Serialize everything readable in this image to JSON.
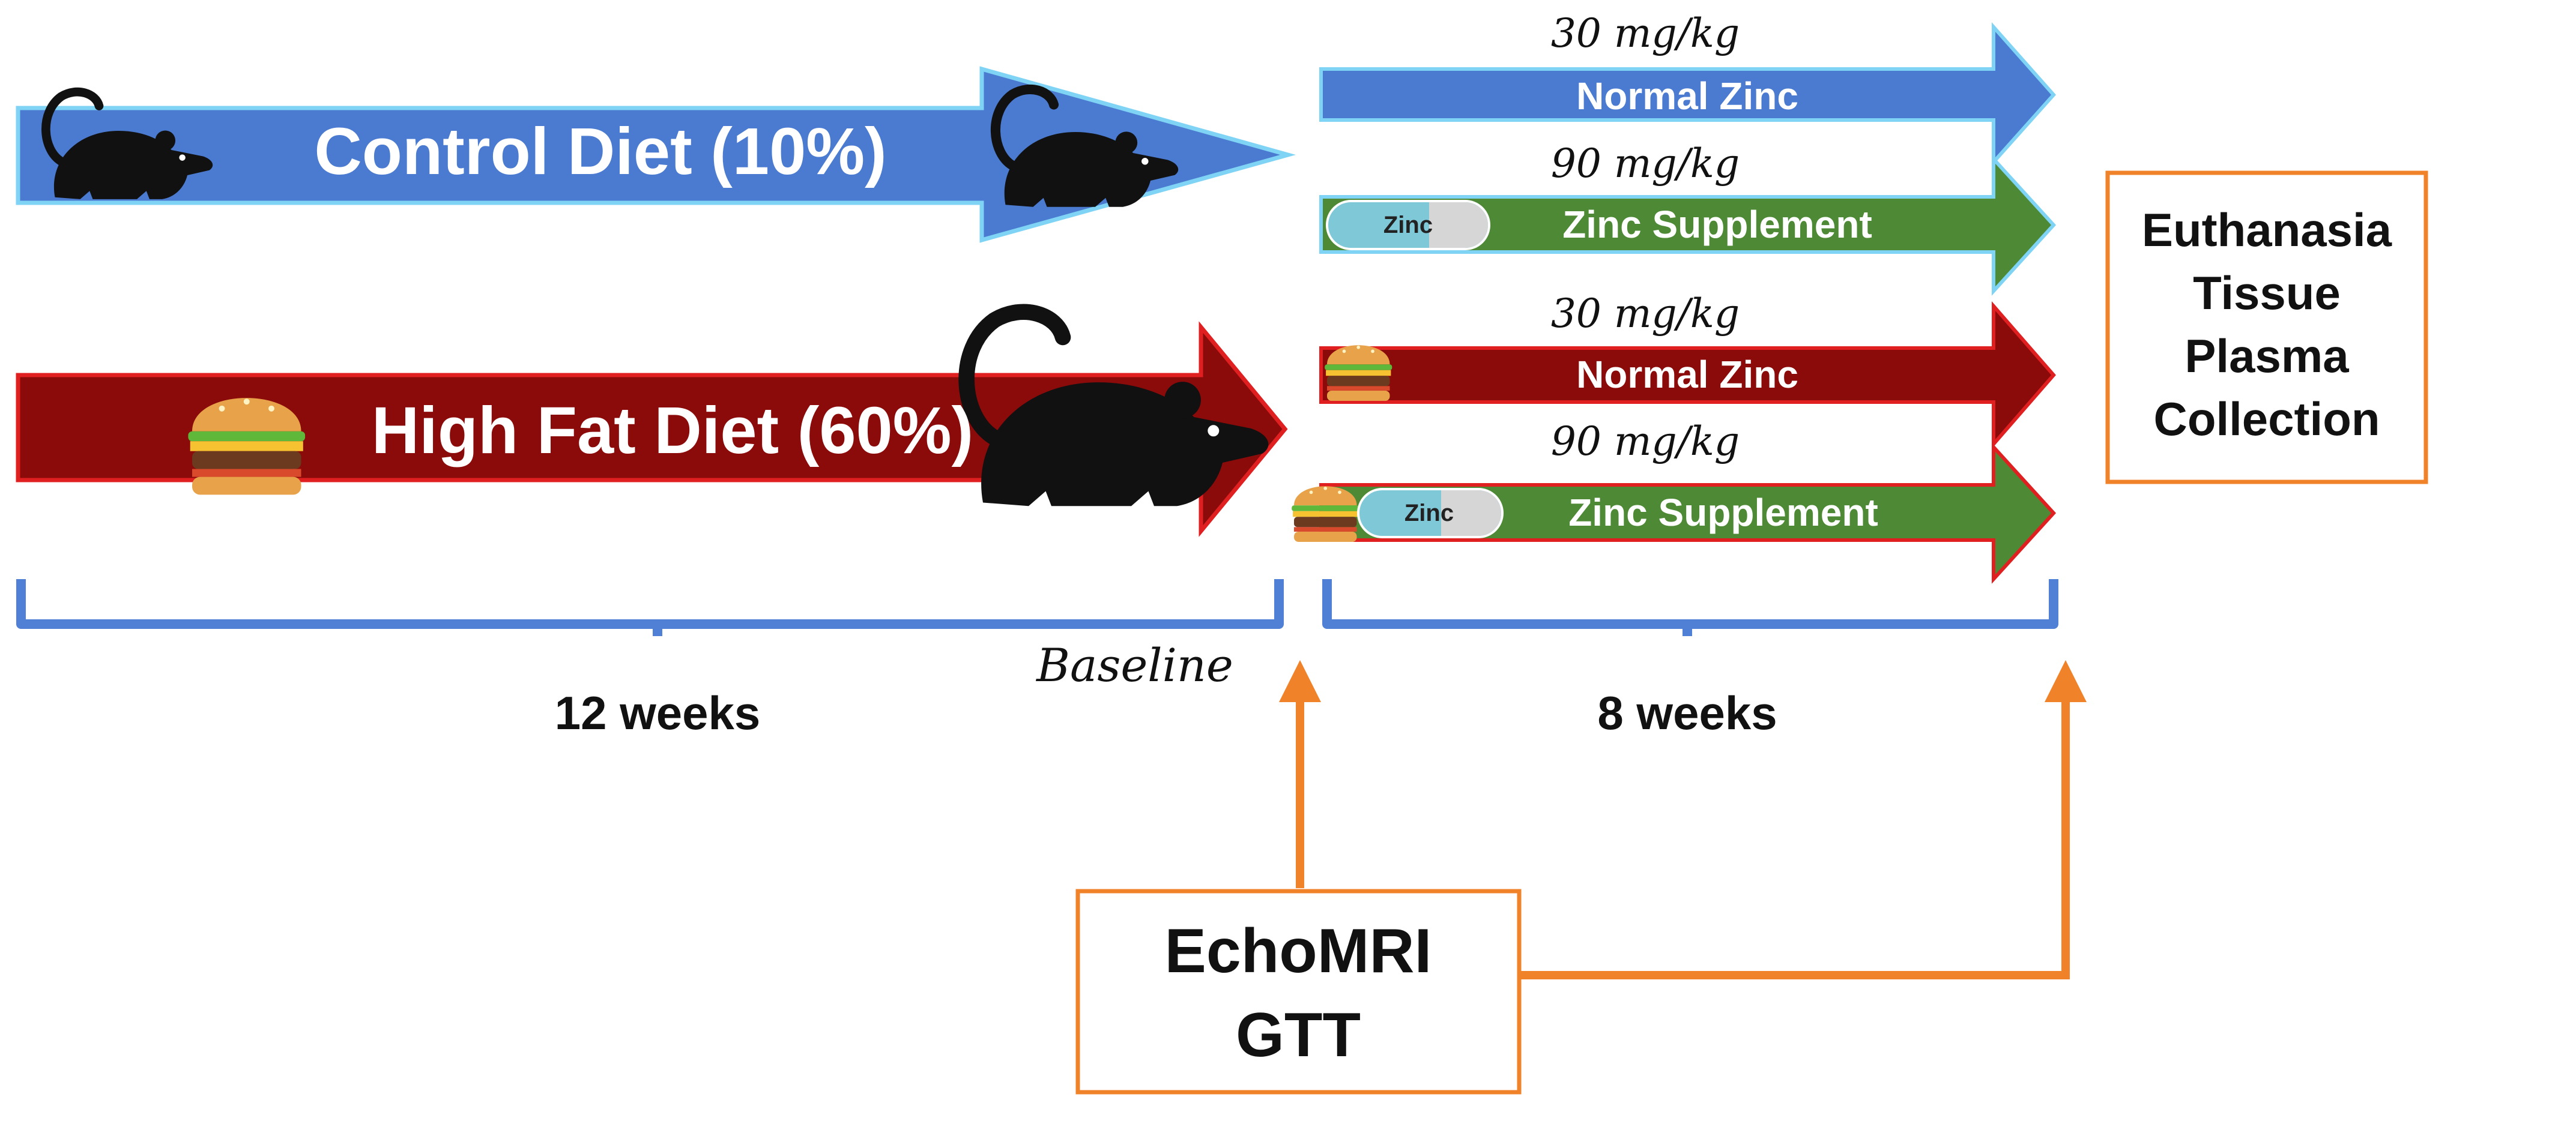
{
  "colors": {
    "blue_arrow": "#4a7bd0",
    "blue_outline": "#7fd3f5",
    "red_arrow": "#8b0a0a",
    "red_outline": "#e02020",
    "green_arrow": "#4e8a35",
    "bracket_blue": "#4f80d6",
    "orange": "#f0822a",
    "pill_teal": "#7ec8d8",
    "pill_grey": "#d6d6d6"
  },
  "phase1": {
    "control_label": "Control Diet (10%)",
    "hfd_label": "High Fat Diet (60%)",
    "duration": "12 weeks",
    "baseline": "Baseline"
  },
  "phase2": {
    "control_normal": {
      "dose": "30 mg/kg",
      "label": "Normal Zinc"
    },
    "control_supp": {
      "dose": "90 mg/kg",
      "label": "Zinc Supplement",
      "pill": "Zinc"
    },
    "hfd_normal": {
      "dose": "30 mg/kg",
      "label": "Normal Zinc"
    },
    "hfd_supp": {
      "dose": "90 mg/kg",
      "label": "Zinc Supplement",
      "pill": "Zinc"
    },
    "duration": "8 weeks"
  },
  "endpoint": {
    "lines": [
      "Euthanasia",
      "Tissue",
      "Plasma",
      "Collection"
    ]
  },
  "measure": {
    "lines": [
      "EchoMRI",
      "GTT"
    ]
  },
  "icons": [
    "mouse-icon",
    "burger-icon",
    "zinc-pill-icon"
  ]
}
